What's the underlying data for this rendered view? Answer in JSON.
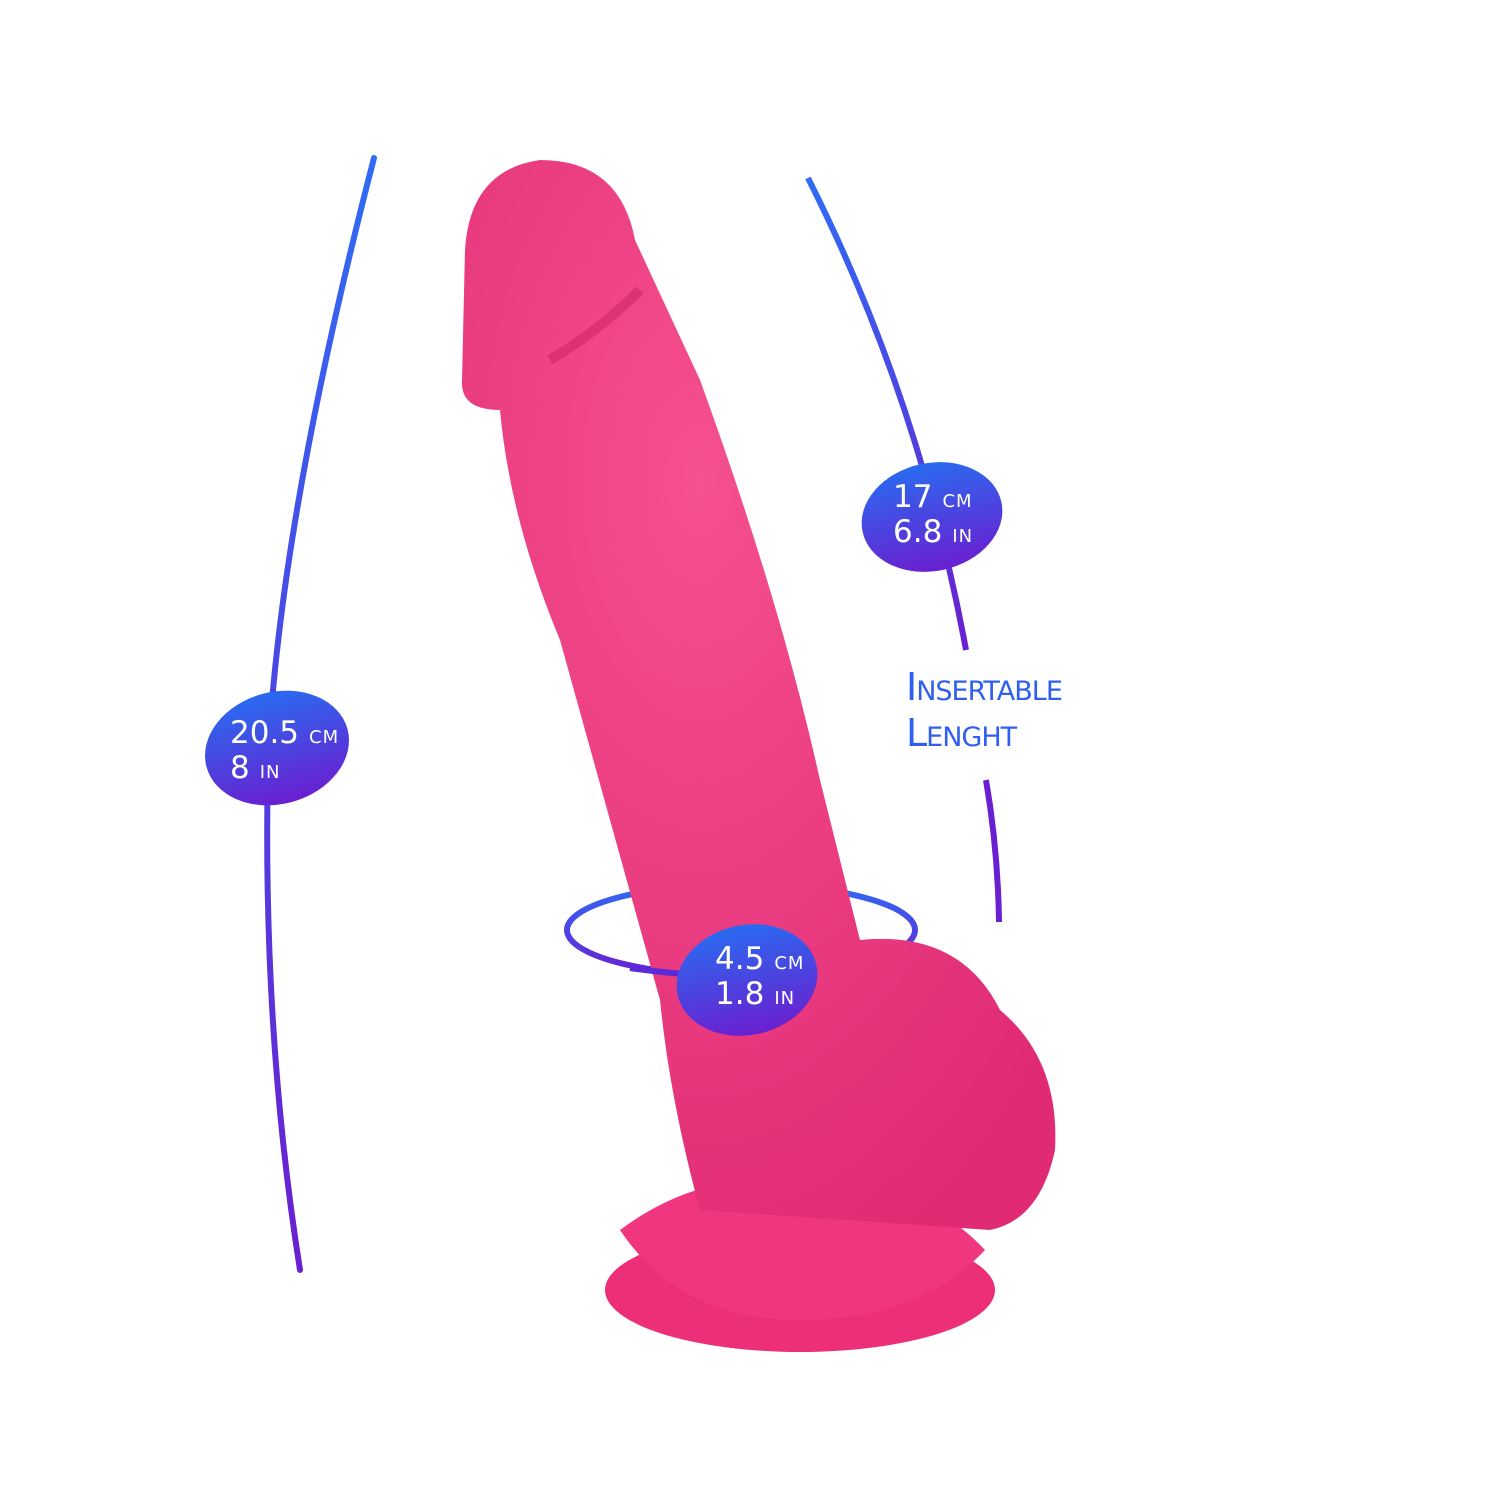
{
  "colors": {
    "product": "#f23d85",
    "line_top": "#2f6bf5",
    "line_bottom": "#6a1fd0"
  },
  "measurements": {
    "total_length": {
      "cm_value": "20.5",
      "cm_unit": "CM",
      "in_value": "8",
      "in_unit": "IN"
    },
    "insertable_length": {
      "cm_value": "17",
      "cm_unit": "CM",
      "in_value": "6.8",
      "in_unit": "IN"
    },
    "diameter": {
      "cm_value": "4.5",
      "cm_unit": "CM",
      "in_value": "1.8",
      "in_unit": "IN"
    }
  },
  "labels": {
    "insertable_line1": "Insertable",
    "insertable_line2": "Lenght"
  }
}
